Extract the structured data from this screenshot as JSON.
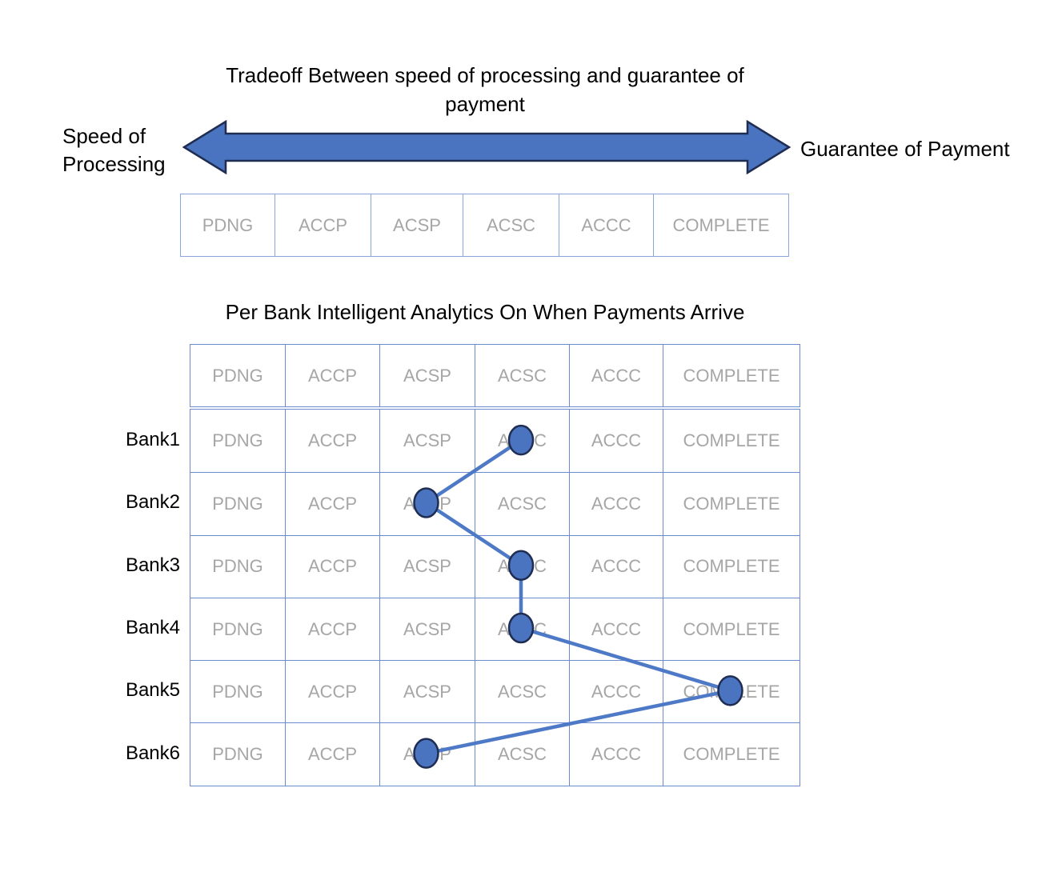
{
  "tradeoff": {
    "title_line1": "Tradeoff Between speed of processing and guarantee of",
    "title_line2": "payment",
    "left_label_line1": "Speed of",
    "left_label_line2": "Processing",
    "right_label": "Guarantee of Payment",
    "stages": [
      "PDNG",
      "ACCP",
      "ACSP",
      "ACSC",
      "ACCC",
      "COMPLETE"
    ]
  },
  "analytics": {
    "title": "Per Bank Intelligent Analytics On When Payments Arrive",
    "stages": [
      "PDNG",
      "ACCP",
      "ACSP",
      "ACSC",
      "ACCC",
      "COMPLETE"
    ],
    "banks": [
      {
        "name": "Bank1",
        "arrival_stage": "ACSC"
      },
      {
        "name": "Bank2",
        "arrival_stage": "ACSP"
      },
      {
        "name": "Bank3",
        "arrival_stage": "ACSC"
      },
      {
        "name": "Bank4",
        "arrival_stage": "ACSC"
      },
      {
        "name": "Bank5",
        "arrival_stage": "COMPLETE"
      },
      {
        "name": "Bank6",
        "arrival_stage": "ACSP"
      }
    ]
  },
  "colors": {
    "accent_blue": "#4a73c0",
    "dark_navy_outline": "#1f2d52",
    "table1_border": "#8aa4dc",
    "table2_border": "#6a8bd0",
    "muted_stage_text": "#a6a6a6",
    "connector_line": "#4d79c7"
  }
}
